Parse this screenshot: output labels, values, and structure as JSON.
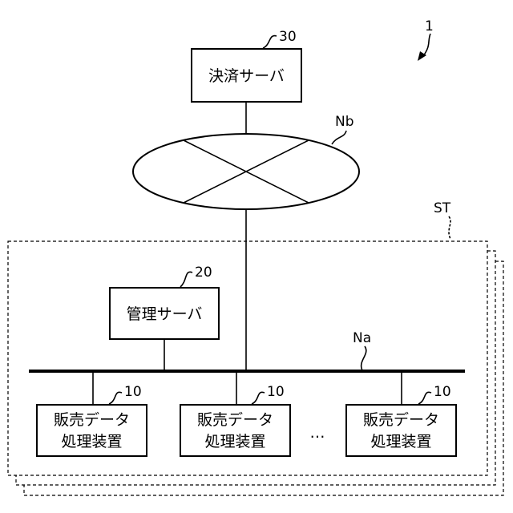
{
  "figure_ref": "1",
  "settlement_server": {
    "label": "決済サーバ",
    "ref": "30"
  },
  "network_b": {
    "ref": "Nb"
  },
  "store": {
    "ref": "ST"
  },
  "management_server": {
    "label": "管理サーバ",
    "ref": "20"
  },
  "network_a": {
    "ref": "Na"
  },
  "pos_devices": [
    {
      "line1": "販売データ",
      "line2": "処理装置",
      "ref": "10"
    },
    {
      "line1": "販売データ",
      "line2": "処理装置",
      "ref": "10"
    },
    {
      "line1": "販売データ",
      "line2": "処理装置",
      "ref": "10"
    }
  ],
  "ellipsis": "…"
}
